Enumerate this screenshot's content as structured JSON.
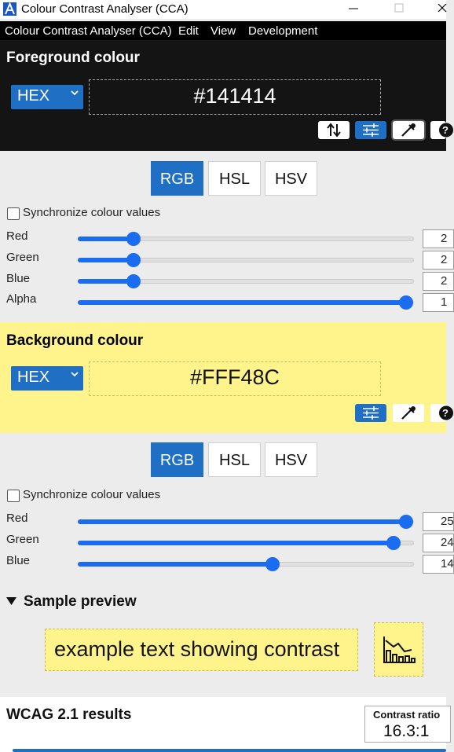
{
  "window": {
    "title": "Colour Contrast Analyser (CCA)"
  },
  "menu": {
    "items": [
      "Colour Contrast Analyser (CCA)",
      "Edit",
      "View",
      "Development"
    ]
  },
  "foreground": {
    "heading": "Foreground colour",
    "format": "HEX",
    "value": "#141414",
    "tabs": [
      "RGB",
      "HSL",
      "HSV"
    ],
    "active_tab": "RGB",
    "sync_label": "Synchronize colour values",
    "sync_checked": false,
    "channels": [
      {
        "label": "Red",
        "value_text": "2",
        "level": 0.08
      },
      {
        "label": "Green",
        "value_text": "2",
        "level": 0.08
      },
      {
        "label": "Blue",
        "value_text": "2",
        "level": 0.08
      },
      {
        "label": "Alpha",
        "value_text": "1",
        "level": 1.0
      }
    ]
  },
  "background": {
    "heading": "Background colour",
    "format": "HEX",
    "value": "#FFF48C",
    "tabs": [
      "RGB",
      "HSL",
      "HSV"
    ],
    "active_tab": "RGB",
    "sync_label": "Synchronize colour values",
    "sync_checked": false,
    "channels": [
      {
        "label": "Red",
        "value_text": "25",
        "level": 1.0
      },
      {
        "label": "Green",
        "value_text": "24",
        "level": 0.957
      },
      {
        "label": "Blue",
        "value_text": "14",
        "level": 0.549
      }
    ]
  },
  "preview": {
    "heading": "Sample preview",
    "sample_text": "example text showing contrast"
  },
  "results": {
    "heading": "WCAG 2.1 results",
    "ratio_label": "Contrast ratio",
    "ratio_value": "16.3:1"
  },
  "colors": {
    "accent": "#1f6fc5",
    "slider": "#1a6cf0",
    "foreground": "#141414",
    "background": "#fff48c"
  },
  "icons": [
    "app-logo-icon",
    "minimize-icon",
    "maximize-icon",
    "close-icon",
    "swap-colours-icon",
    "sliders-icon",
    "eyedropper-icon",
    "help-icon",
    "chevron-down-icon",
    "triangle-down-icon",
    "chart-icon"
  ]
}
